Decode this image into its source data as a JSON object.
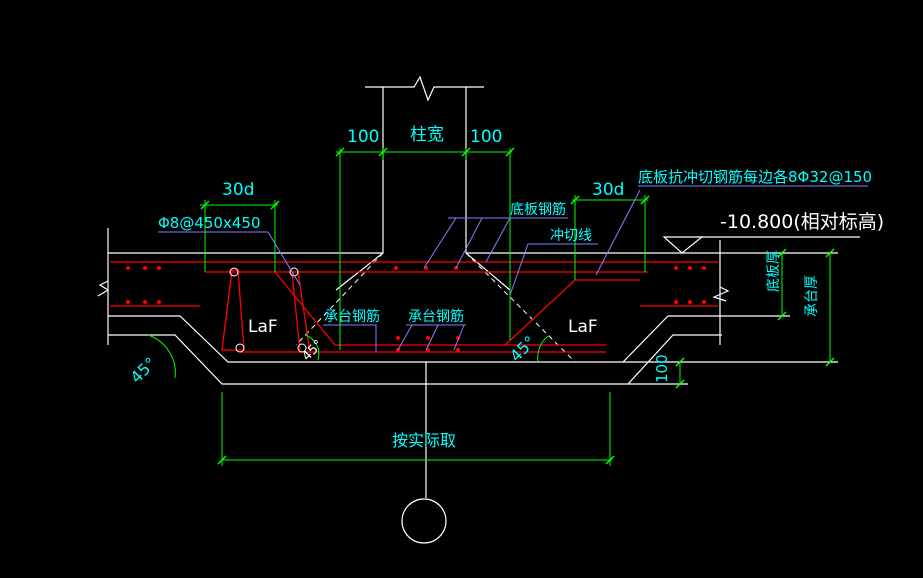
{
  "colors": {
    "background": "#000000",
    "outline": "#ffffff",
    "dimension": "#00ff00",
    "text": "#00ffff",
    "rebar": "#ff0000",
    "leader": "#8080ff"
  },
  "labels": {
    "column_width": "柱宽",
    "dim_100_left": "100",
    "dim_100_right": "100",
    "dim_30d_left": "30d",
    "dim_30d_right": "30d",
    "stirrup_spec": "Φ8@450x450",
    "punch_rebar_spec": "底板抗冲切钢筋每边各8Φ32@150",
    "elevation": "-10.800(相对标高)",
    "slab_rebar": "底板钢筋",
    "punch_line": "冲切线",
    "cap_rebar_left": "承台钢筋",
    "cap_rebar_right": "承台钢筋",
    "laf_left": "LaF",
    "laf_right": "LaF",
    "angle_left": "45°",
    "angle_right": "45°",
    "angle_small": "45°",
    "slab_thickness": "底板厚",
    "cap_thickness": "承台厚",
    "dim_100_bottom": "100",
    "actual_size": "按实际取"
  }
}
